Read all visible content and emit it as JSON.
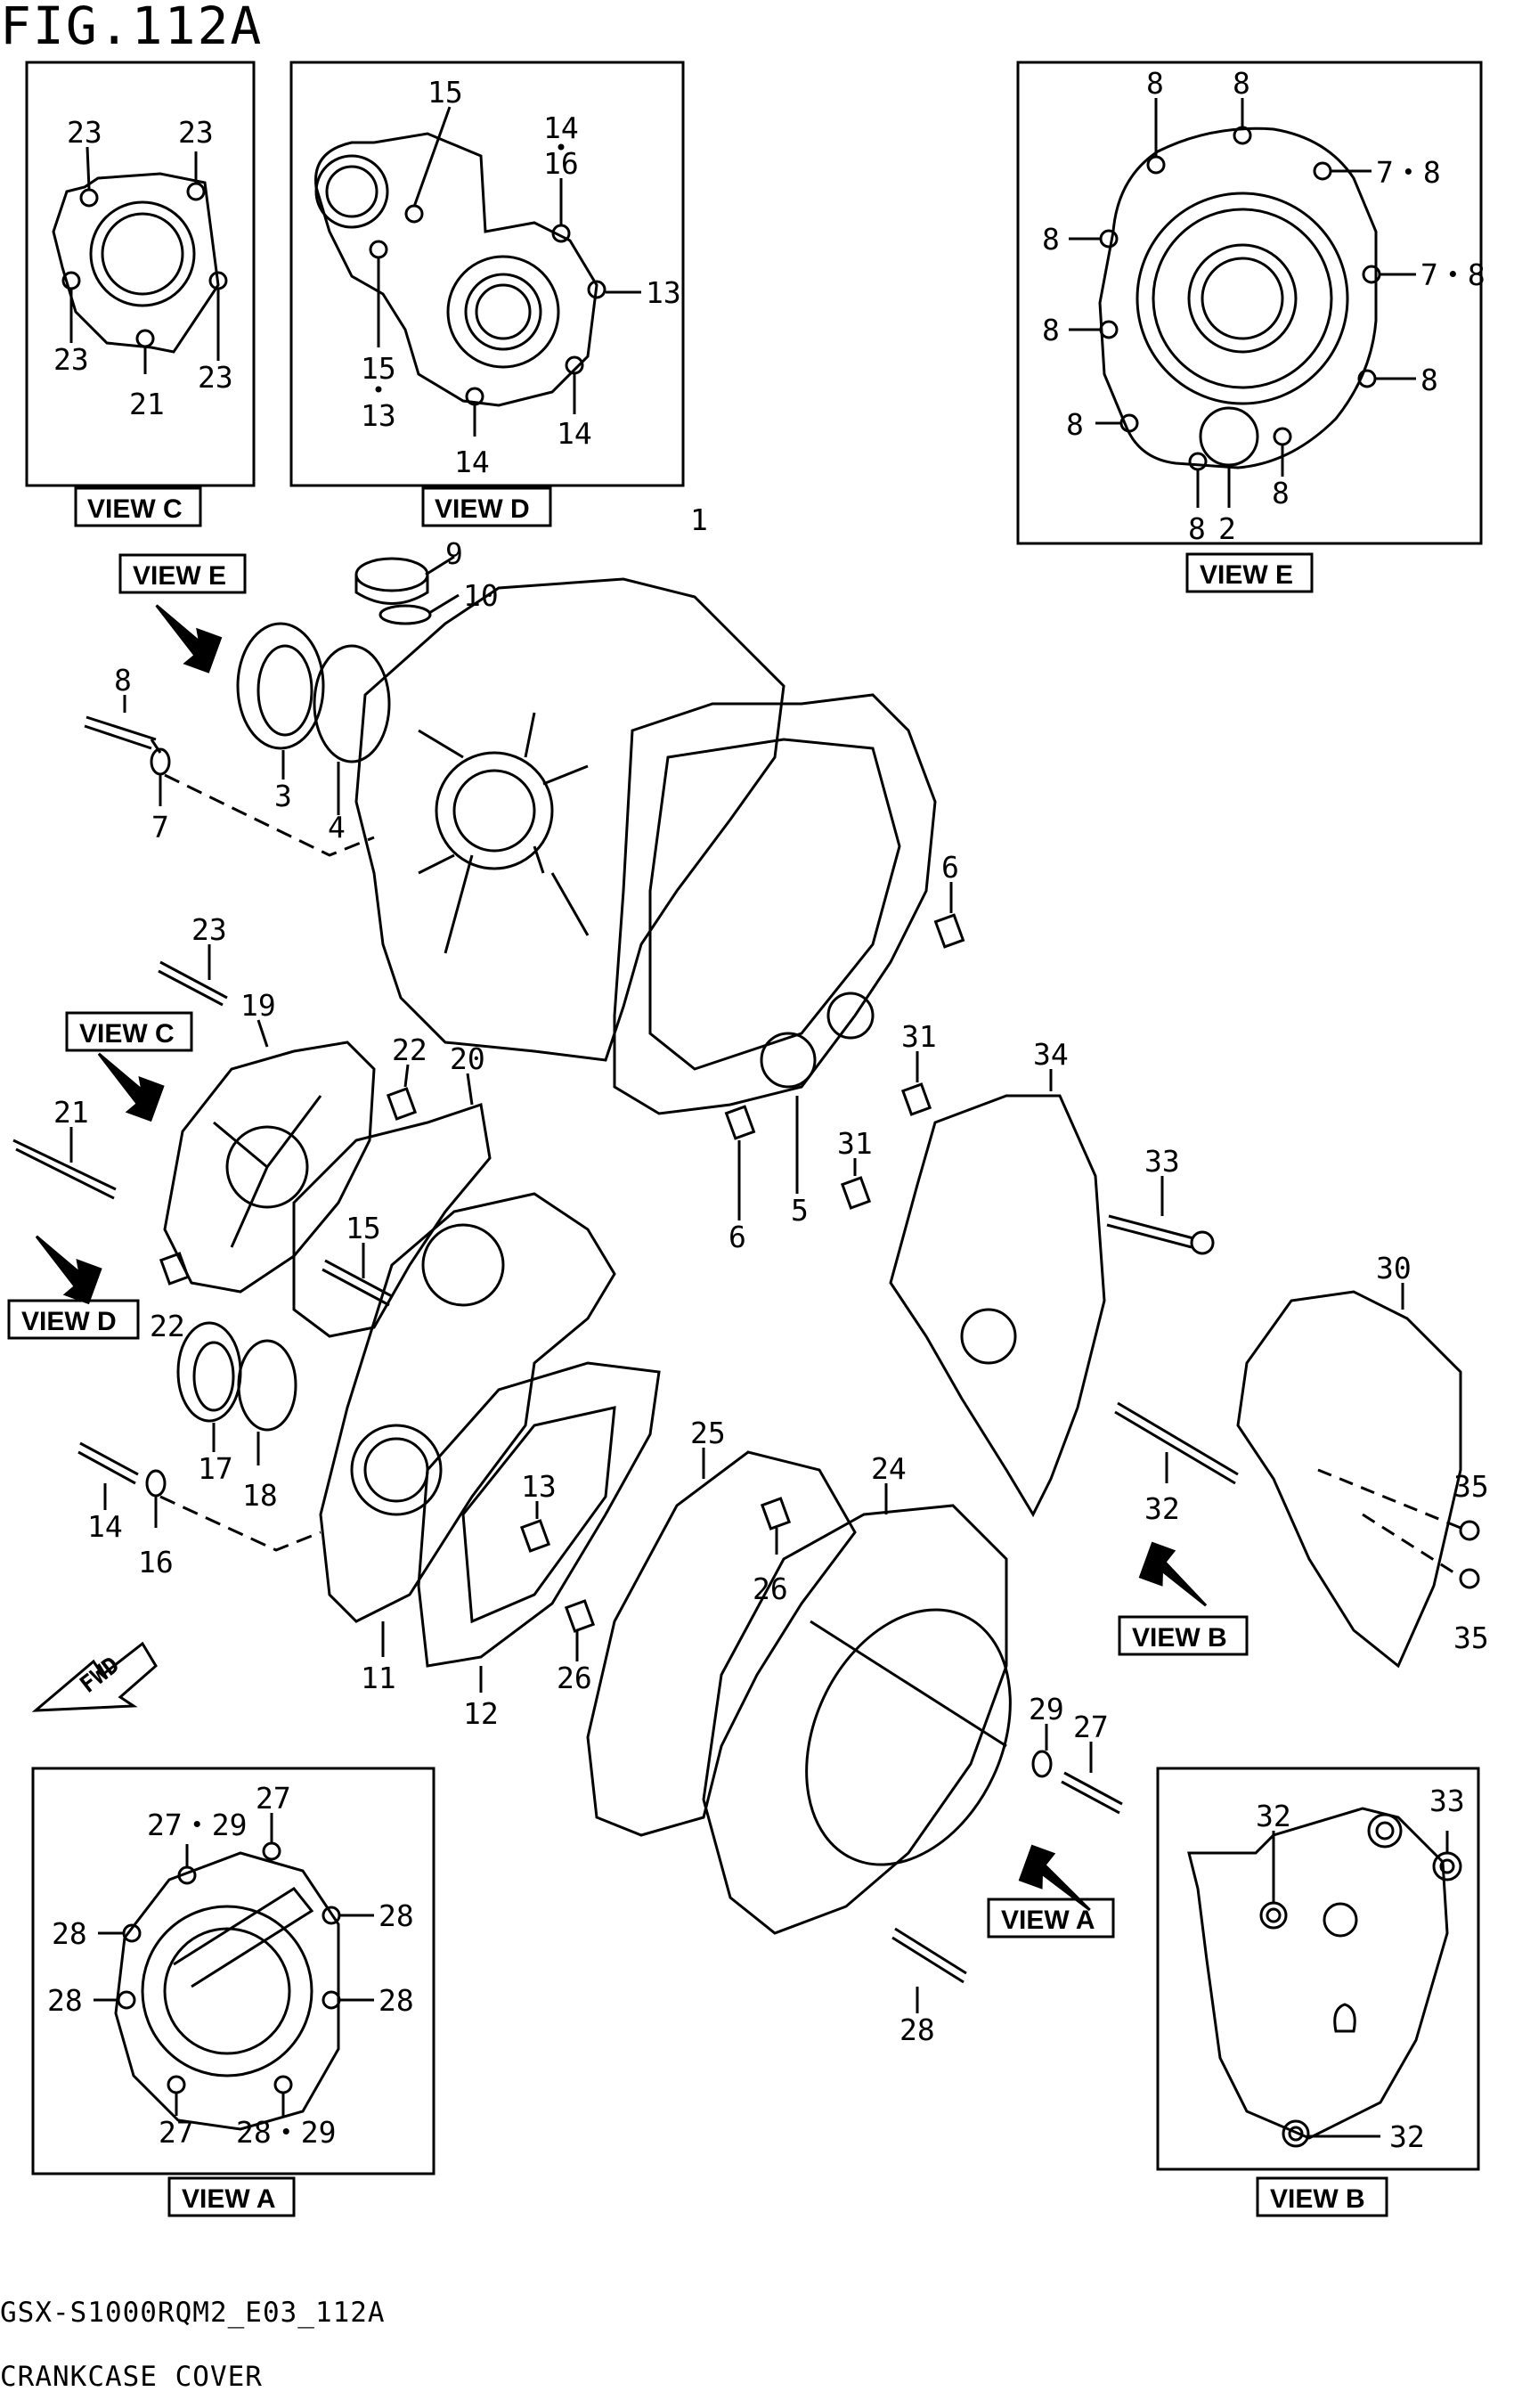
{
  "figure_title": "FIG.112A",
  "footer": {
    "model_code": "GSX-S1000RQM2_E03_112A",
    "section_name": "CRANKCASE COVER"
  },
  "views": {
    "view_c": "VIEW C",
    "view_d": "VIEW D",
    "view_e": "VIEW E",
    "view_a": "VIEW A",
    "view_b": "VIEW B"
  },
  "fwd_label": "FWD",
  "view_c_labels": [
    "23",
    "23",
    "23",
    "23",
    "21"
  ],
  "view_d_labels": [
    "15",
    "14",
    "16",
    "13",
    "15",
    "13",
    "14",
    "14"
  ],
  "view_e_labels": [
    "8",
    "8",
    "7・8",
    "8",
    "7・8",
    "8",
    "8",
    "8",
    "8",
    "8",
    "2"
  ],
  "view_a_labels": [
    "27・29",
    "27",
    "28",
    "28",
    "28",
    "28",
    "27",
    "28・29"
  ],
  "view_b_labels": [
    "32",
    "33",
    "32"
  ],
  "part_labels": [
    "1",
    "9",
    "10",
    "8",
    "3",
    "4",
    "7",
    "6",
    "23",
    "19",
    "22",
    "20",
    "21",
    "15",
    "22",
    "31",
    "31",
    "6",
    "5",
    "34",
    "33",
    "30",
    "17",
    "18",
    "14",
    "16",
    "13",
    "25",
    "24",
    "26",
    "26",
    "11",
    "12",
    "32",
    "35",
    "35",
    "29",
    "27",
    "28"
  ]
}
